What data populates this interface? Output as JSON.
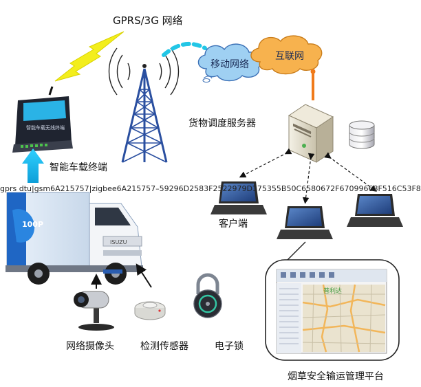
{
  "network_label": "GPRS/3G 网络",
  "clouds": {
    "mobile": "移动网络",
    "internet": "互联网"
  },
  "nodes": {
    "server": "货物调度服务器",
    "terminal": "智能车载终端",
    "client": "客户端",
    "camera": "网络摄像头",
    "sensor": "检测传感器",
    "lock": "电子锁",
    "platform": "烟草安全输运管理平台"
  },
  "device_screen": {
    "title": "智能车载无线终端"
  },
  "truck": {
    "logo": "100P",
    "brand": "ISUZU"
  },
  "platform_screen": {
    "brand": "普利达"
  },
  "watermark": "gprs dtu|gsm6A215757|zigbee6A215757–59296D2583F2522979D175355B50C6580672F67099668F516C53F8",
  "colors": {
    "tower": "#2a4fa0",
    "signal_cyan": "#22c6e6",
    "lightning": "#f3ee1c",
    "cloud": "#9fd0f2",
    "cloud_orange": "#f7b24e",
    "link_orange": "#f07a1a",
    "arrow_cyan": "#19b8ef"
  }
}
